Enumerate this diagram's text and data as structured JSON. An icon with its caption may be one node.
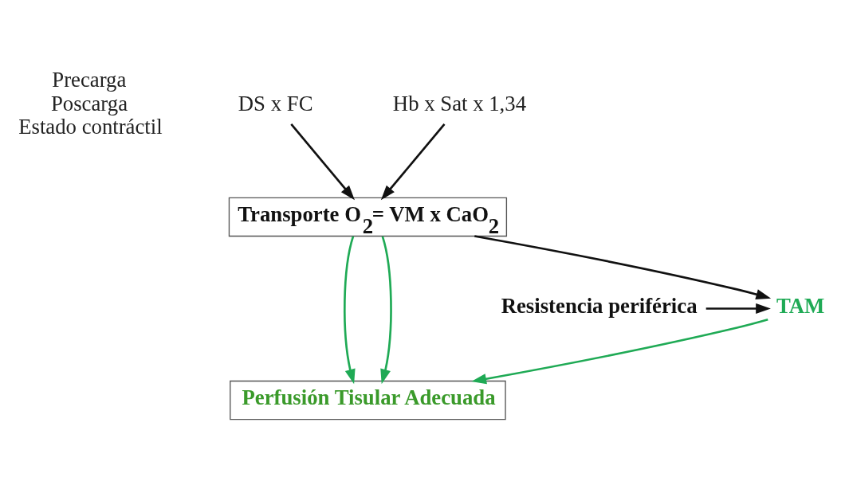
{
  "diagram": {
    "nodes": [
      {
        "text": [
          "Precarga",
          "Poscarga",
          "Estado contráctil"
        ]
      },
      {
        "text": [
          "DS x FC"
        ]
      },
      {
        "text": [
          "Hb x Sat x 1,34"
        ]
      },
      {
        "text": [
          "Transporte O$_{2}$= VM x CaO$_{2}$"
        ]
      },
      {
        "text": [
          "Resistencia periférica"
        ]
      },
      {
        "text": [
          "TAM"
        ]
      },
      {
        "text": [
          "Perfusión Tisular Adecuada"
        ]
      }
    ],
    "edges": [
      {
        "from": 1,
        "to": 3,
        "arrow": "to"
      },
      {
        "from": 2,
        "to": 3,
        "arrow": "to"
      },
      {
        "from": 3,
        "to": 5,
        "arrow": "to"
      },
      {
        "from": 3,
        "to": 6,
        "arrow": "to",
        "color": "#1faa55"
      },
      {
        "from": 3,
        "to": 6,
        "arrow": "to",
        "color": "#1faa55"
      },
      {
        "from": 4,
        "to": 5,
        "arrow": "to"
      },
      {
        "from": 5,
        "to": 6,
        "arrow": "to",
        "color": "#1faa55"
      }
    ]
  }
}
